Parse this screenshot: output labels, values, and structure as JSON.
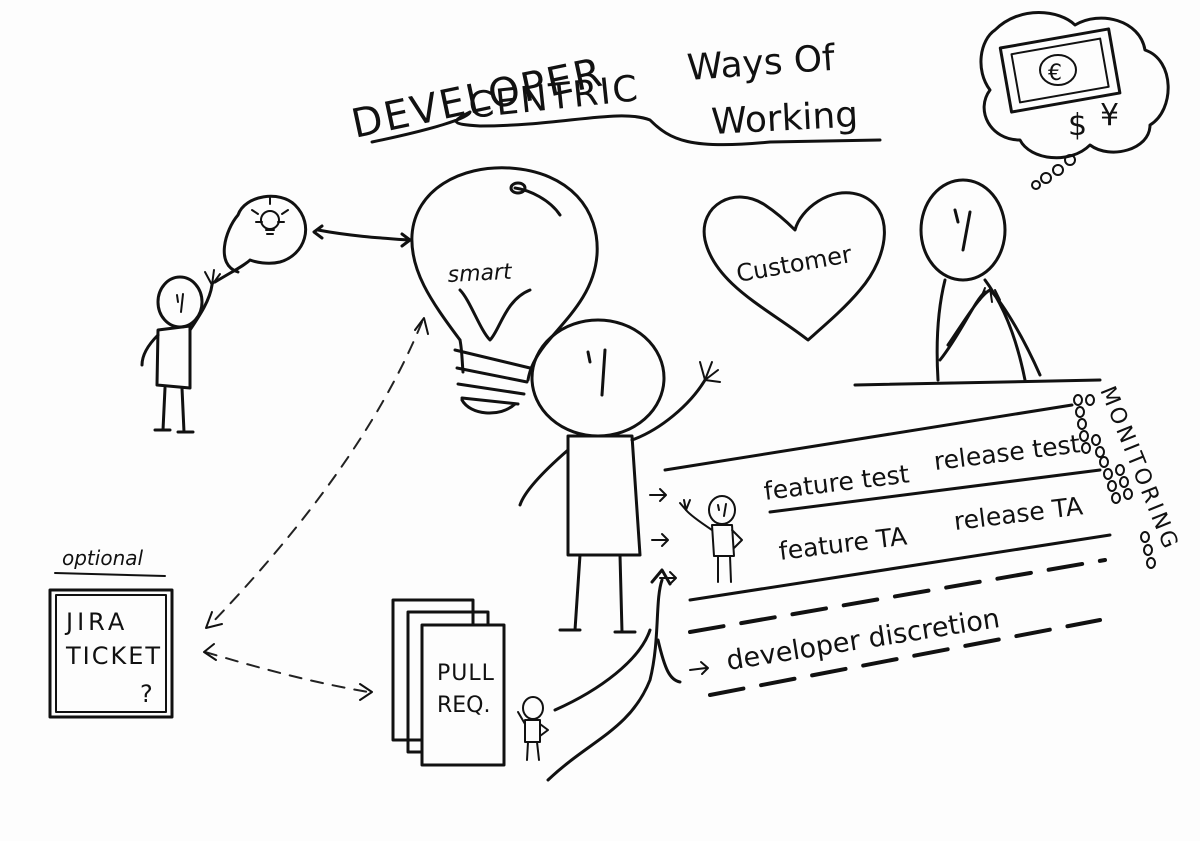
{
  "title": {
    "line1": "DEVELOPER",
    "line2": "CENTRIC",
    "line3": "Ways Of",
    "line4": "Working"
  },
  "lightbulb": {
    "label": "smart"
  },
  "heart": {
    "label": "Customer"
  },
  "money": {
    "euro": "€",
    "dollar": "$",
    "yen": "¥"
  },
  "ticket": {
    "optional": "optional",
    "line1": "JIRA",
    "line2": "TICKET",
    "mark": "?"
  },
  "pull_request": {
    "line1": "PULL",
    "line2": "REQ."
  },
  "pipeline": {
    "feature_test": "feature test",
    "release_test": "release test",
    "feature_ta": "feature TA",
    "release_ta": "release TA",
    "discretion": "developer discretion"
  },
  "monitoring": {
    "label": "MONITORING"
  }
}
